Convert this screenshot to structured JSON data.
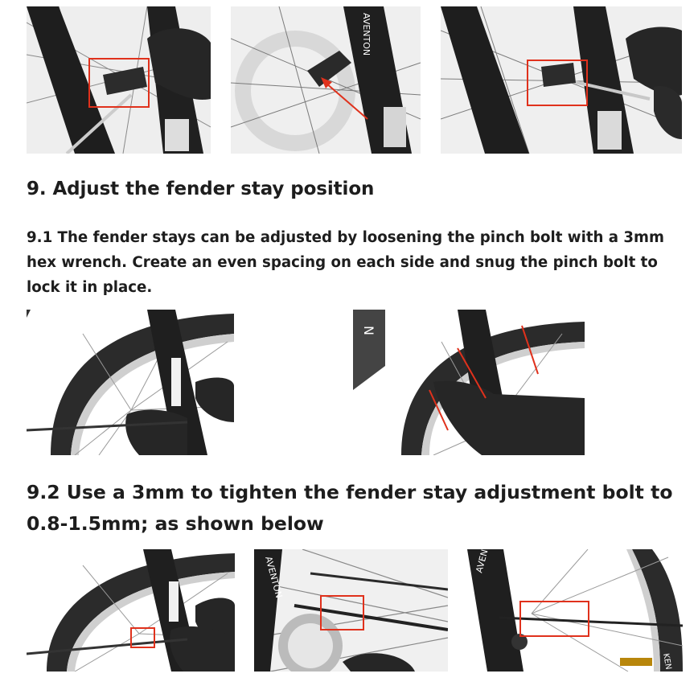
{
  "section": {
    "heading": "9. Adjust the fender stay position",
    "step_9_1": "9.1 The fender stays can be adjusted by loosening the pinch bolt with a 3mm hex wrench. Create an even spacing on each side and snug the pinch bolt to lock it in place.",
    "step_9_2": "9.2 Use a 3mm to tighten the fender stay adjustment bolt to 0.8-1.5mm; as shown below"
  },
  "photos": {
    "top_row": [
      "pinch-bolt-wrench-photo",
      "pinch-bolt-arrow-photo",
      "pinch-bolt-hex-key-photo"
    ],
    "middle_row": [
      "loosen-pinch-bolt-photo",
      "even-spacing-arrows-photo"
    ],
    "bottom_row": [
      "adjustment-bolt-tighten-photo",
      "adjustment-bolt-closeup-photo",
      "adjustment-bolt-rear-photo"
    ]
  },
  "brand_text": {
    "fork_logo": "AVENTON",
    "tire_logo": "KEN"
  },
  "colors": {
    "highlight": "#e0311c",
    "text": "#1d1d1d",
    "glove": "#262626",
    "frame": "#1e1e1e"
  }
}
